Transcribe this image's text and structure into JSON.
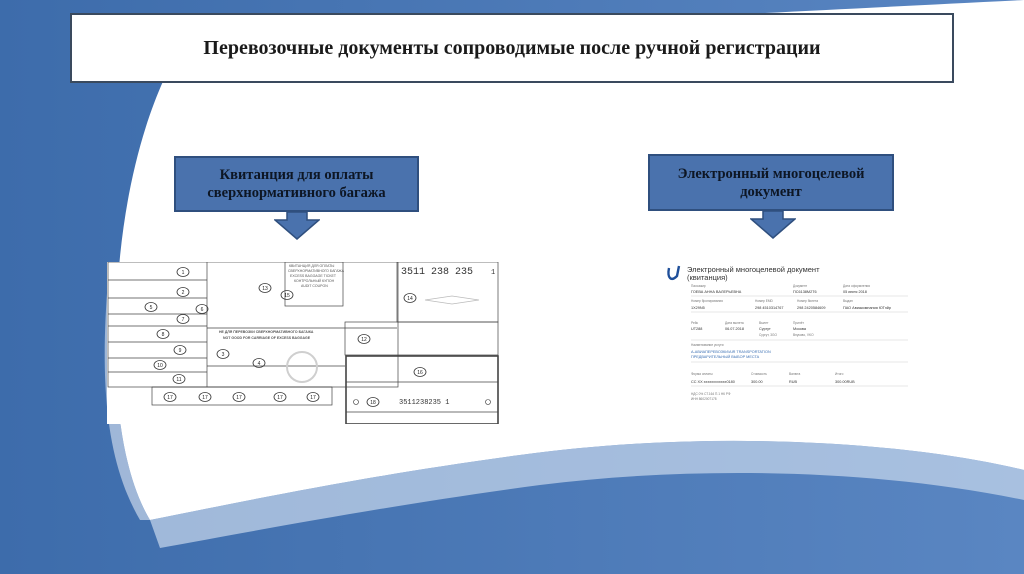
{
  "title": "Перевозочные документы сопроводимые после ручной регистрации",
  "left_label": {
    "line1": "Квитанция для оплаты",
    "line2": "сверхнормативного багажа"
  },
  "right_label": {
    "line1": "Электронный многоцелевой",
    "line2": "документ"
  },
  "ebd_form": {
    "number": "3511 238 235",
    "number_digit": "1",
    "number2": "3511238235  1",
    "header_lines": [
      "КВИТАНЦИЯ ДЛЯ ОПЛАТЫ",
      "СВЕРХНОРМАТИВНОГО БАГАЖА",
      "EXCESS BAGGAGE TICKET",
      "КОНТРОЛЬНЫЙ КУПОН",
      "AUDIT COUPON"
    ],
    "notice": "НЕ ДЛЯ ПЕРЕВОЗКИ СВЕРХНОРМАТИВНОГО БАГАЖА",
    "notice_en": "NOT GOOD FOR CARRIAGE OF EXCESS BAGGAGE",
    "field_numbers": [
      "1",
      "2",
      "5",
      "6",
      "7",
      "8",
      "9",
      "10",
      "11",
      "13",
      "15",
      "3",
      "4",
      "12",
      "14",
      "16",
      "17",
      "17",
      "17",
      "17",
      "17",
      "18"
    ]
  },
  "emd": {
    "title": "Электронный многоцелевой документ",
    "subtitle": "(квитанция)",
    "passenger_label": "Пассажир",
    "passenger": "ГОЕВА АННА ВАЛЕРЬЕВНА",
    "doc_label": "Документ",
    "doc_value": "ПС6138М2Т6",
    "date_label": "Дата оформления",
    "date_value": "05 июня 2018",
    "flight_label": "Номер бронирования",
    "flight_value": "1X29N5",
    "emd_label": "Номер EMD",
    "emd_value": "298 4510314767",
    "ticket_label": "Номер билета",
    "ticket_value": "298 2420584609",
    "issuer_label": "Выдан",
    "issuer_value": "ПАО Авиакомпания ЮТэйр",
    "row2_labels": [
      "Рейс",
      "Дата вылета",
      "Вылет",
      "Прилёт"
    ],
    "row2_values": [
      "UT288",
      "06.07.2018",
      "Сургут",
      "Москва"
    ],
    "row2_extra": [
      "",
      "",
      "Сургут, 3GO",
      "Внуково, VKO"
    ],
    "service_label": "Наименование услуги",
    "service_line1": "А-АВИАПЕРЕВОЗКИ/AIR TRANSPORTATION",
    "service_line2": "ПРЕДВАРИТЕЛЬНЫЙ ВЫБОР МЕСТА",
    "pay_labels": [
      "Форма оплаты",
      "Стоимость",
      "Валюта",
      "Итого"
    ],
    "pay_values": [
      "CC XX xxxxxxxxxxxx0180",
      "300.00",
      "RUB",
      "300.00RUB"
    ],
    "footer1": "НДС 0% СТ.164 П.1 НК РФ",
    "footer2": "ИНН 8602007178"
  },
  "colors": {
    "accent": "#4a72ad",
    "dark": "#2f4f7e",
    "bg_blue": "#3f6fb0"
  }
}
